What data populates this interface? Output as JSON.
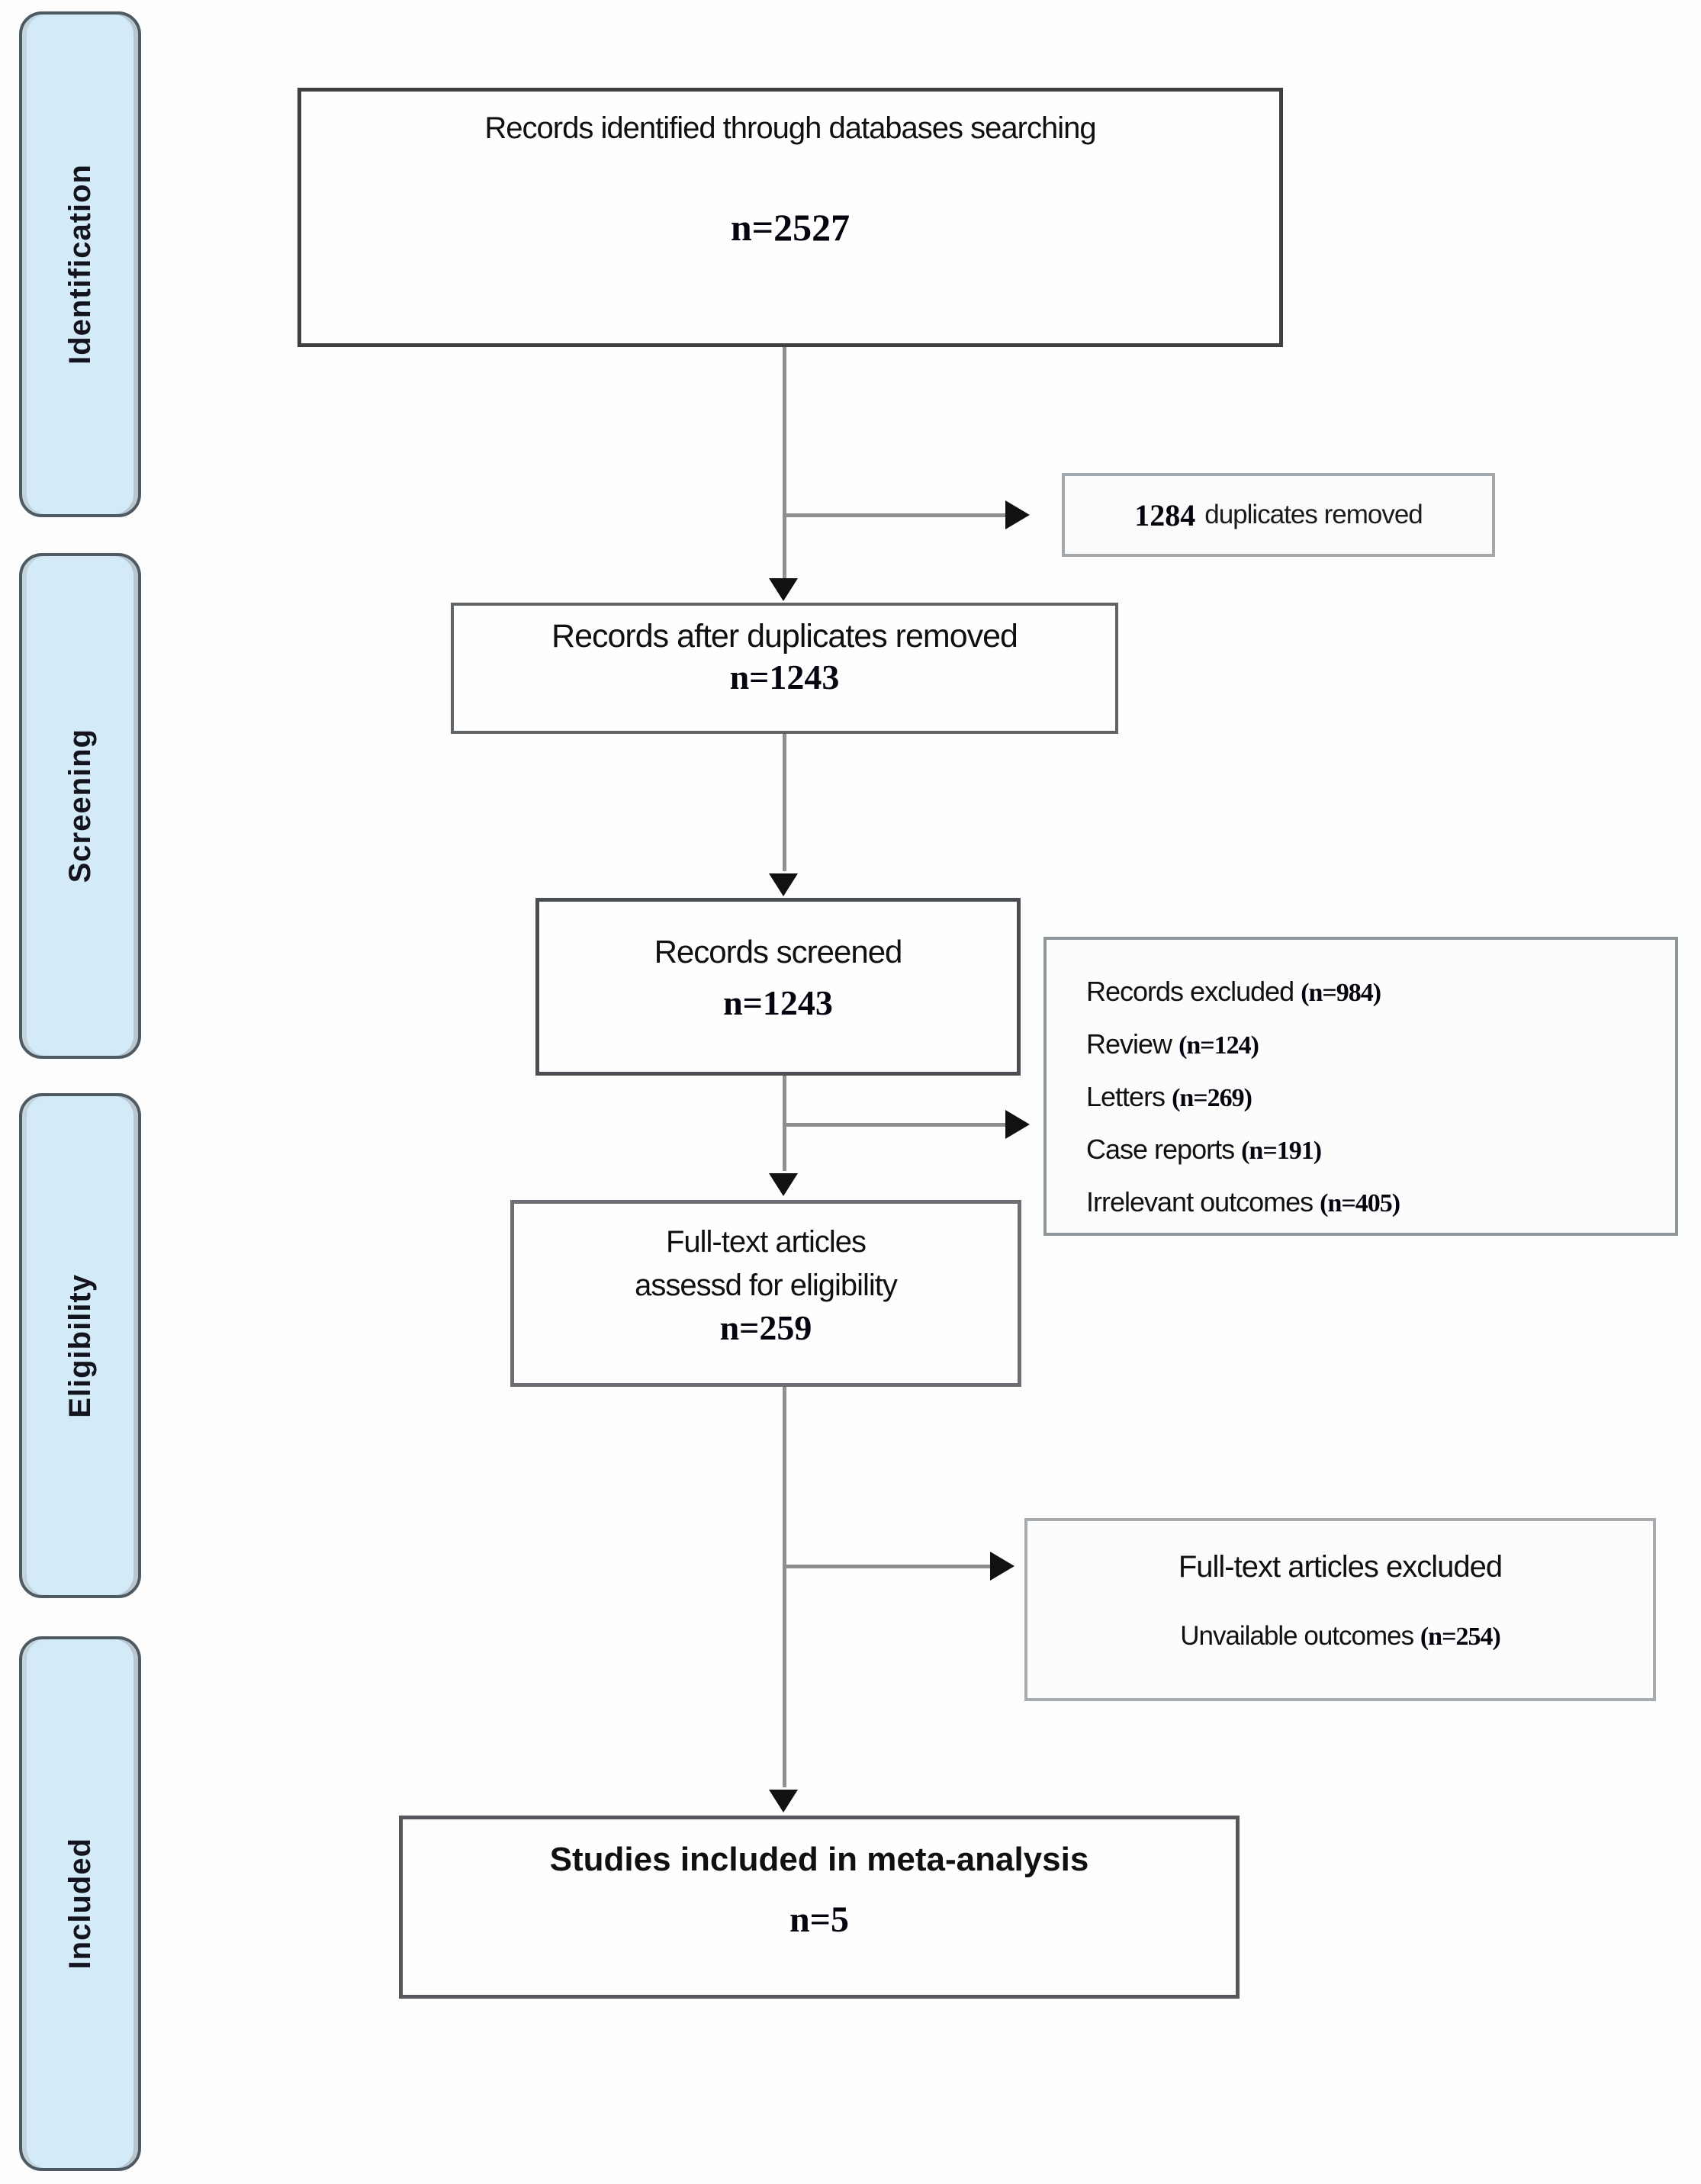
{
  "sidebar": {
    "stages": [
      {
        "label": "Identification"
      },
      {
        "label": "Screening"
      },
      {
        "label": "Eligibility"
      },
      {
        "label": "Included"
      }
    ]
  },
  "flow": {
    "identified": {
      "title": "Records identified through databases searching",
      "count": "n=2527"
    },
    "duplicates_removed": {
      "count": "1284",
      "label": "duplicates removed"
    },
    "after_duplicates": {
      "title": "Records after duplicates removed",
      "count": "n=1243"
    },
    "screened": {
      "title": "Records screened",
      "count": "n=1243"
    },
    "records_excluded": {
      "lines": [
        {
          "label": "Records excluded",
          "value": "(n=984)"
        },
        {
          "label": "Review",
          "value": "(n=124)"
        },
        {
          "label": "Letters",
          "value": "(n=269)"
        },
        {
          "label": "Case reports",
          "value": "(n=191)"
        },
        {
          "label": "Irrelevant outcomes",
          "value": "(n=405)"
        }
      ]
    },
    "fulltext_assessed": {
      "title_line1": "Full-text articles",
      "title_line2": "assessd for eligibility",
      "count": "n=259"
    },
    "fulltext_excluded": {
      "title": "Full-text articles excluded",
      "reason_label": "Unvailable outcomes",
      "reason_value": "(n=254)"
    },
    "included_studies": {
      "title": "Studies included in meta-analysis",
      "count": "n=5"
    }
  },
  "colors": {
    "stage_fill": "#d3eaf8",
    "stage_border": "#4e5a63",
    "connector": "#8f8f8f",
    "arrowhead": "#111111",
    "text": "#111111"
  }
}
